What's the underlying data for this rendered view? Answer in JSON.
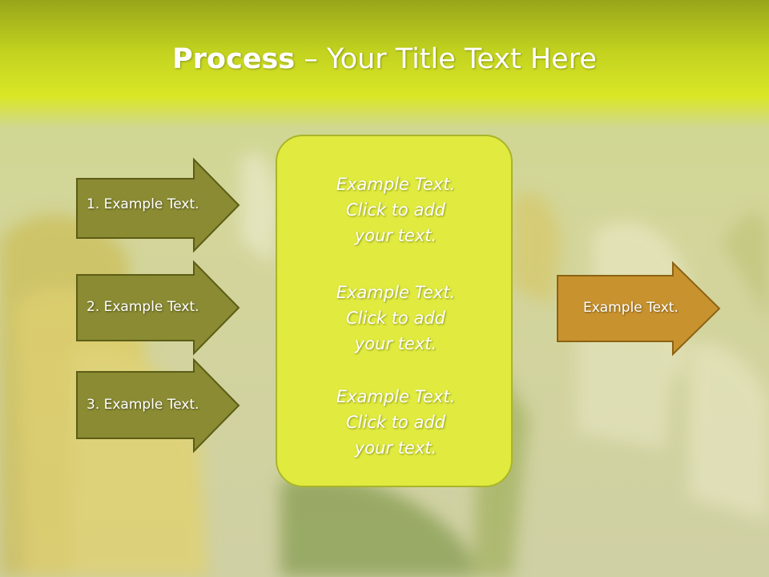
{
  "slide": {
    "title_bold": "Process",
    "title_rest": " – Your Title Text Here",
    "steps": [
      {
        "label": "1. Example Text."
      },
      {
        "label": "2. Example Text."
      },
      {
        "label": "3. Example Text."
      }
    ],
    "center_blocks": [
      {
        "line1": "Example Text.",
        "line2": "Click  to add",
        "line3": "your text."
      },
      {
        "line1": "Example Text.",
        "line2": "Click  to add",
        "line3": "your text."
      },
      {
        "line1": "Example Text.",
        "line2": "Click  to add",
        "line3": "your text."
      }
    ],
    "output": {
      "label": "Example Text."
    }
  },
  "colors": {
    "title_band": "#c2d21f",
    "step_arrow_fill": "#8a8b32",
    "center_box_fill": "#e0ea3f",
    "output_arrow_fill": "#c8922e"
  }
}
